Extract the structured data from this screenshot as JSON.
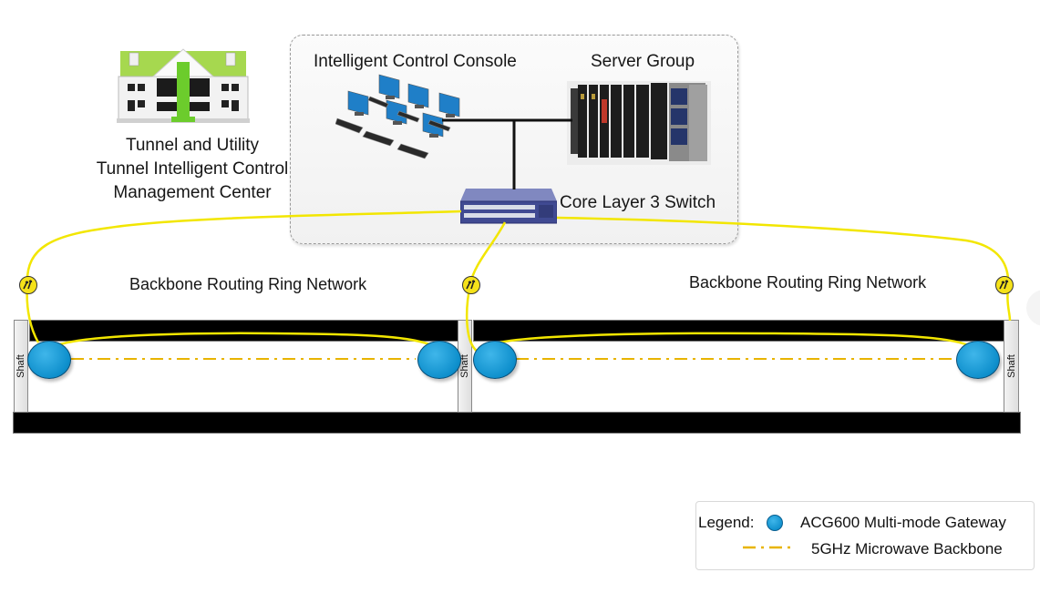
{
  "management_center": {
    "icon": "building-icon",
    "title_lines": [
      "Tunnel and Utility",
      "Tunnel Intelligent Control",
      "Management Center"
    ]
  },
  "console_box": {
    "console_label": "Intelligent Control Console",
    "console_icon": "workstations-icon",
    "server_label": "Server Group",
    "server_icon": "server-rack-icon",
    "switch_label": "Core Layer 3 Switch",
    "switch_icon": "network-switch-icon"
  },
  "segments": [
    {
      "label": "Backbone Routing Ring Network",
      "left_shaft": "Shaft",
      "right_shaft": "Shaft"
    },
    {
      "label": "Backbone Routing Ring Network",
      "right_shaft": "Shaft"
    }
  ],
  "antenna_icon": "antenna-icon",
  "gateway_icon": "gateway-icon",
  "colors": {
    "fiber": "#f2e600",
    "microwave": "#e8b400",
    "gateway": "#1a9bd8",
    "tunnel": "#000000",
    "roof": "#9bd44a"
  },
  "legend": {
    "title": "Legend:",
    "items": [
      {
        "icon": "gateway-icon",
        "label": "ACG600 Multi-mode Gateway"
      },
      {
        "icon": "dash-dot-line-icon",
        "label": "5GHz Microwave Backbone"
      }
    ]
  }
}
